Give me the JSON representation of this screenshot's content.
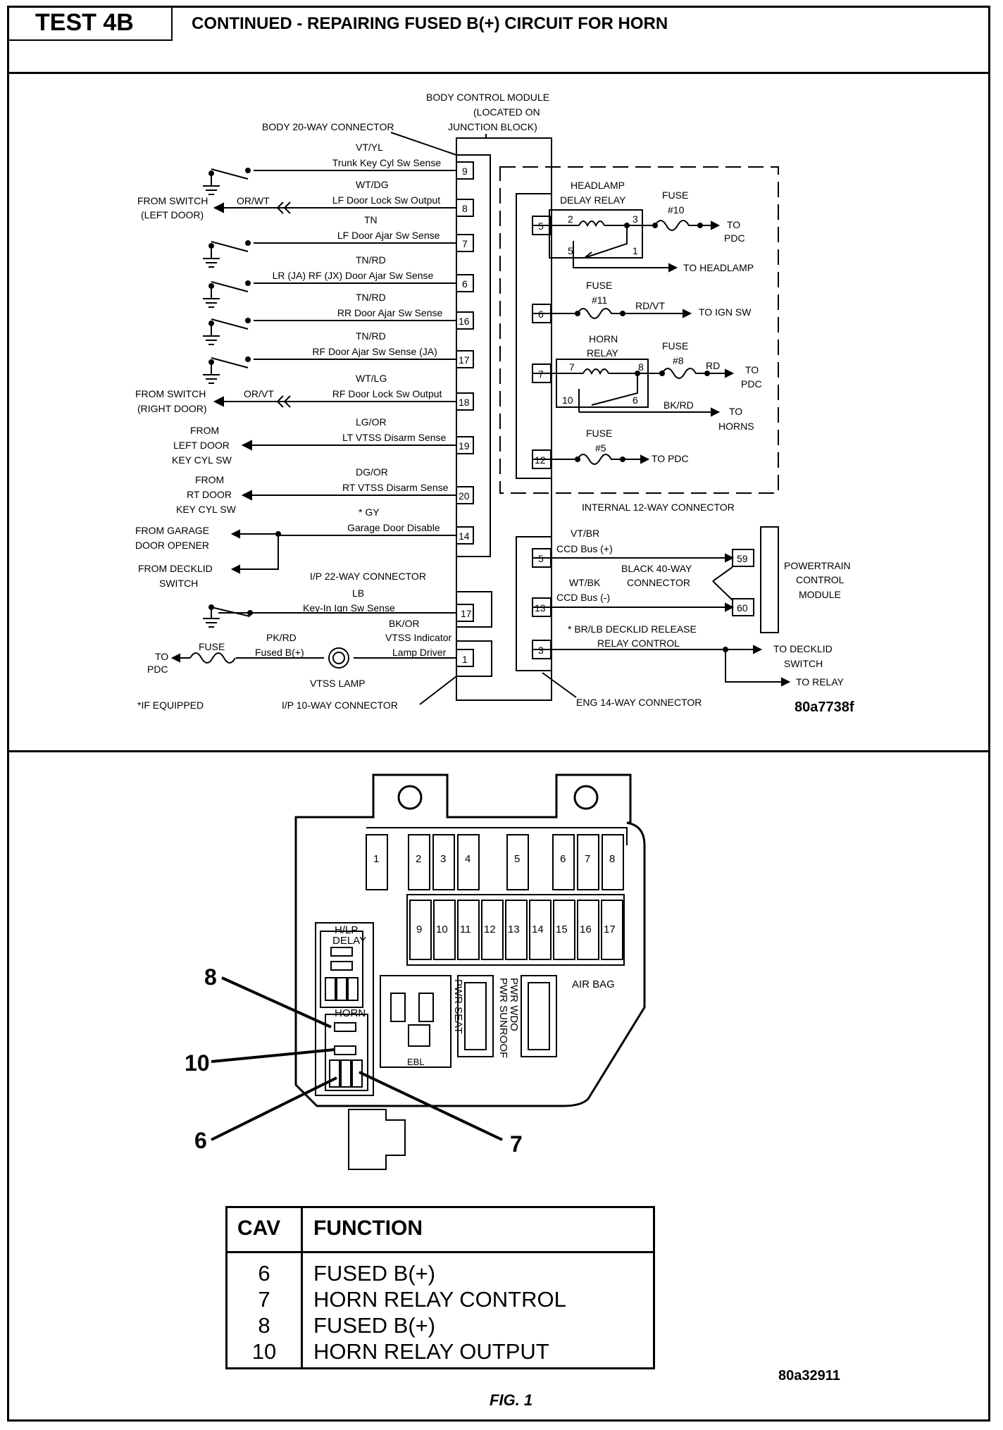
{
  "header": {
    "test_id": "TEST 4B",
    "title": "CONTINUED - REPAIRING FUSED B(+) CIRCUIT FOR HORN"
  },
  "schematic": {
    "bcm_title": [
      "BODY CONTROL MODULE",
      "(LOCATED ON",
      "JUNCTION BLOCK)"
    ],
    "body_connector": "BODY 20-WAY CONNECTOR",
    "circuits": [
      {
        "pin": "9",
        "color": "VT/YL",
        "desc": "Trunk Key Cyl Sw Sense"
      },
      {
        "pin": "8",
        "color": "WT/DG",
        "desc": "LF Door Lock Sw Output"
      },
      {
        "pin": "7",
        "color": "TN",
        "desc": "LF Door Ajar Sw Sense"
      },
      {
        "pin": "6",
        "color": "TN/RD",
        "desc": "LR (JA) RF (JX) Door Ajar Sw Sense"
      },
      {
        "pin": "16",
        "color": "TN/RD",
        "desc": "RR Door Ajar Sw Sense"
      },
      {
        "pin": "17",
        "color": "TN/RD",
        "desc": "RF Door Ajar Sw Sense (JA)"
      },
      {
        "pin": "18",
        "color": "WT/LG",
        "desc": "RF Door Lock Sw Output"
      },
      {
        "pin": "19",
        "color": "LG/OR",
        "desc": "LT VTSS Disarm Sense"
      },
      {
        "pin": "20",
        "color": "DG/OR",
        "desc": "RT VTSS Disarm Sense"
      },
      {
        "pin": "14",
        "color": "* GY",
        "desc": "Garage Door Disable"
      }
    ],
    "left_labels": {
      "from_switch_left": [
        "FROM SWITCH",
        "(LEFT DOOR)"
      ],
      "or_wt": "OR/WT",
      "from_switch_right": [
        "FROM SWITCH",
        "(RIGHT DOOR)"
      ],
      "or_vt": "OR/VT",
      "from_left_key": [
        "FROM",
        "LEFT DOOR",
        "KEY CYL SW"
      ],
      "from_rt_key": [
        "FROM",
        "RT DOOR",
        "KEY CYL SW"
      ],
      "from_garage": [
        "FROM GARAGE",
        "DOOR OPENER"
      ],
      "from_decklid": [
        "FROM DECKLID",
        "SWITCH"
      ]
    },
    "ip22": {
      "label": "I/P 22-WAY CONNECTOR",
      "color": "LB",
      "desc": "Key-In Ign Sw Sense",
      "pin": "17"
    },
    "ip10": {
      "label": "I/P 10-WAY CONNECTOR",
      "color": "BK/OR",
      "desc1": "VTSS Indicator",
      "desc2": "Lamp Driver",
      "pin": "1"
    },
    "vtss": {
      "wire": "PK/RD",
      "wire_desc": "Fused B(+)",
      "fuse": "FUSE",
      "to": "TO",
      "pdc": "PDC",
      "lamp": "VTSS LAMP"
    },
    "if_equipped": "*IF EQUIPPED",
    "internal": {
      "label": "INTERNAL 12-WAY CONNECTOR",
      "headlamp_relay": [
        "HEADLAMP",
        "DELAY RELAY"
      ],
      "fuse10": [
        "FUSE",
        "#10"
      ],
      "to_pdc": [
        "TO",
        "PDC"
      ],
      "to_headlamp": "TO HEADLAMP",
      "fuse11": [
        "FUSE",
        "#11"
      ],
      "rd_vt": "RD/VT",
      "to_ign": "TO IGN SW",
      "horn_relay": [
        "HORN",
        "RELAY"
      ],
      "fuse8": [
        "FUSE",
        "#8"
      ],
      "rd": "RD",
      "bk_rd": "BK/RD",
      "to_horns": [
        "TO",
        "HORNS"
      ],
      "fuse5": [
        "FUSE",
        "#5"
      ],
      "to_pdc_line": "TO PDC",
      "pins": [
        "5",
        "6",
        "7",
        "12"
      ],
      "relay_pins": {
        "hl": [
          "2",
          "3",
          "5",
          "1"
        ],
        "horn": [
          "7",
          "8",
          "10",
          "6"
        ]
      }
    },
    "eng": {
      "label": "ENG 14-WAY CONNECTOR",
      "pins": [
        "5",
        "13",
        "3"
      ],
      "vt_br": "VT/BR",
      "ccd_plus": "CCD Bus (+)",
      "wt_bk": "WT/BK",
      "ccd_minus": "CCD Bus (-)",
      "black40": [
        "BLACK 40-WAY",
        "CONNECTOR"
      ],
      "pcm_pins": [
        "59",
        "60"
      ],
      "pcm": [
        "POWERTRAIN",
        "CONTROL",
        "MODULE"
      ],
      "decklid_release": [
        "* BR/LB DECKLID RELEASE",
        "RELAY CONTROL"
      ],
      "to_decklid": [
        "TO DECKLID",
        "SWITCH"
      ],
      "to_relay": "TO RELAY"
    },
    "fig_id": "80a7738f"
  },
  "junction": {
    "fuses_top": [
      "1",
      "2",
      "3",
      "4",
      "5",
      "6",
      "7",
      "8"
    ],
    "fuses_bottom": [
      "9",
      "10",
      "11",
      "12",
      "13",
      "14",
      "15",
      "16",
      "17"
    ],
    "hlp_delay": [
      "H/LP",
      "DELAY"
    ],
    "horn": "HORN",
    "ebl": "EBL",
    "pwr_seat": "PWR SEAT",
    "pwr_sunroof": "PWR SUNROOF",
    "pwr_wdo": "PWR WDO",
    "air_bag": "AIR BAG",
    "callouts": [
      "8",
      "10",
      "6",
      "7"
    ]
  },
  "table": {
    "headers": [
      "CAV",
      "FUNCTION"
    ],
    "rows": [
      {
        "cav": "6",
        "function": "FUSED B(+)"
      },
      {
        "cav": "7",
        "function": "HORN RELAY CONTROL"
      },
      {
        "cav": "8",
        "function": "FUSED B(+)"
      },
      {
        "cav": "10",
        "function": "HORN RELAY OUTPUT"
      }
    ]
  },
  "fig_id_2": "80a32911",
  "caption": "FIG. 1"
}
